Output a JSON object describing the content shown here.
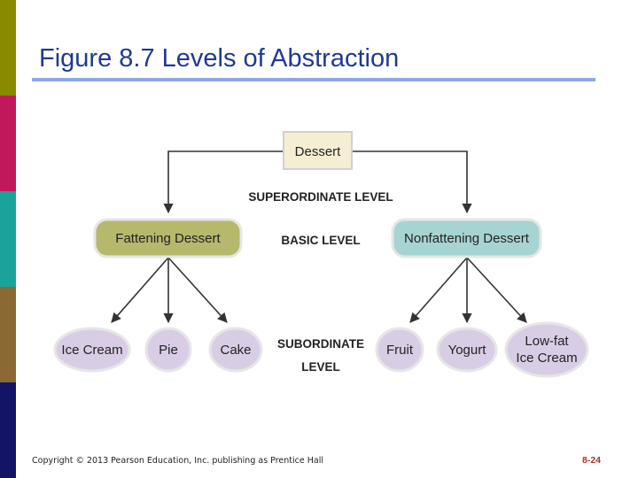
{
  "slide": {
    "title": "Figure 8.7 Levels of Abstraction",
    "footer": "Copyright © 2013 Pearson Education, Inc. publishing as Prentice Hall",
    "page_number": "8-24",
    "stripe_colors": [
      "#8a8a00",
      "#c0185a",
      "#1aa39a",
      "#8a6a32",
      "#141466"
    ]
  },
  "diagram": {
    "root": "Dessert",
    "levels": {
      "superordinate": "SUPERORDINATE LEVEL",
      "basic": "BASIC LEVEL",
      "subordinate_line1": "SUBORDINATE",
      "subordinate_line2": "LEVEL"
    },
    "basic": {
      "left": "Fattening Dessert",
      "right": "Nonfattening Dessert"
    },
    "subordinate": {
      "ice_cream": "Ice Cream",
      "pie": "Pie",
      "cake": "Cake",
      "fruit": "Fruit",
      "yogurt": "Yogurt",
      "lowfat_line1": "Low-fat",
      "lowfat_line2": "Ice Cream"
    },
    "colors": {
      "root_fill": "#f6eed3",
      "fattening_fill": "#b6b86c",
      "nonfattening_fill": "#a6d4d2",
      "leaf_fill": "#d9cde6",
      "connector": "#333333"
    }
  }
}
